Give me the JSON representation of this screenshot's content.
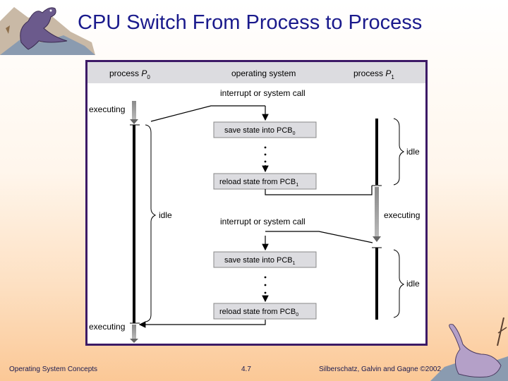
{
  "title": "CPU Switch From Process to Process",
  "diagram": {
    "headers": {
      "p0_prefix": "process ",
      "p0_var": "P",
      "p0_sub": "0",
      "os": "operating system",
      "p1_prefix": "process ",
      "p1_var": "P",
      "p1_sub": "1"
    },
    "interrupt_1": "interrupt or system call",
    "interrupt_2": "interrupt or system call",
    "save_1": {
      "text": "save state into PCB",
      "sub": "0"
    },
    "reload_1": {
      "text": "reload state from PCB",
      "sub": "1"
    },
    "save_2": {
      "text": "save state into PCB",
      "sub": "1"
    },
    "reload_2": {
      "text": "reload state from PCB",
      "sub": "0"
    },
    "p0_executing_top": "executing",
    "p0_idle": "idle",
    "p0_executing_bottom": "executing",
    "p1_idle_top": "idle",
    "p1_executing": "executing",
    "p1_idle_bottom": "idle"
  },
  "footer": {
    "left": "Operating System Concepts",
    "center": "4.7",
    "right": "Silberschatz, Galvin and  Gagne ©2002"
  },
  "colors": {
    "title": "#1a1a8c",
    "frame_border": "#3c1a66",
    "header_band": "#dcdce0",
    "box_fill": "#dcdce0"
  }
}
